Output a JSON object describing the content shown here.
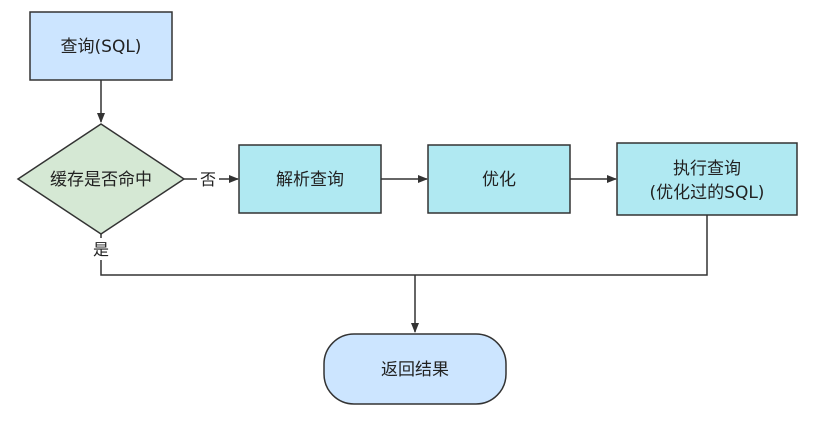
{
  "colors": {
    "query_box_fill": "#cce5ff",
    "process_box_fill": "#b0e9f2",
    "decision_fill": "#d5e8d4",
    "result_fill": "#cce5ff",
    "stroke": "#333333"
  },
  "nodes": {
    "query": {
      "label": "查询(SQL)"
    },
    "cache_check": {
      "label": "缓存是否命中"
    },
    "parse": {
      "label": "解析查询"
    },
    "optimize": {
      "label": "优化"
    },
    "execute": {
      "label_line1": "执行查询",
      "label_line2": "(优化过的SQL)"
    },
    "result": {
      "label": "返回结果"
    }
  },
  "edges": {
    "no_label": "否",
    "yes_label": "是"
  }
}
